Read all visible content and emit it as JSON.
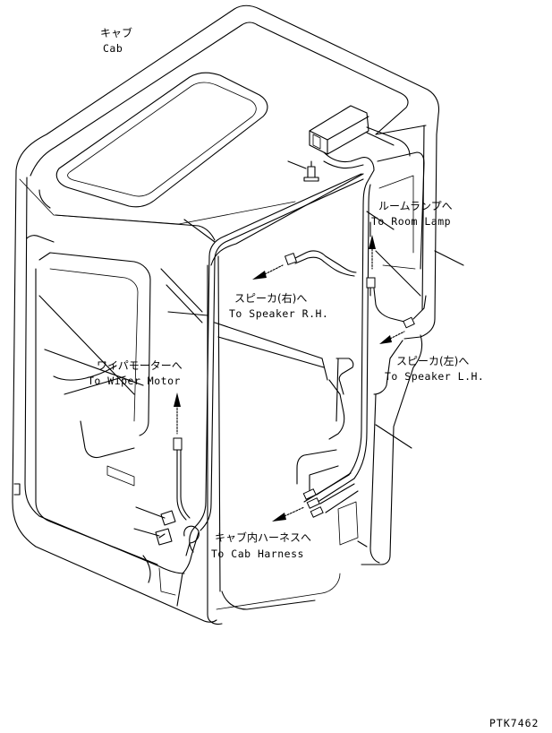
{
  "labels": {
    "cab_jp": "キャブ",
    "cab_en": "Cab",
    "room_lamp_jp": "ルームランプへ",
    "room_lamp_en": "To Room Lamp",
    "speaker_rh_jp": "スピーカ(右)へ",
    "speaker_rh_en": "To Speaker R.H.",
    "speaker_lh_jp": "スピーカ(左)へ",
    "speaker_lh_en": "To Speaker L.H.",
    "wiper_jp": "ワイパモーターへ",
    "wiper_en": "To Wiper Motor",
    "harness_jp": "キャブ内ハーネスへ",
    "harness_en": "To Cab Harness",
    "drawing_no": "PTK7462"
  }
}
